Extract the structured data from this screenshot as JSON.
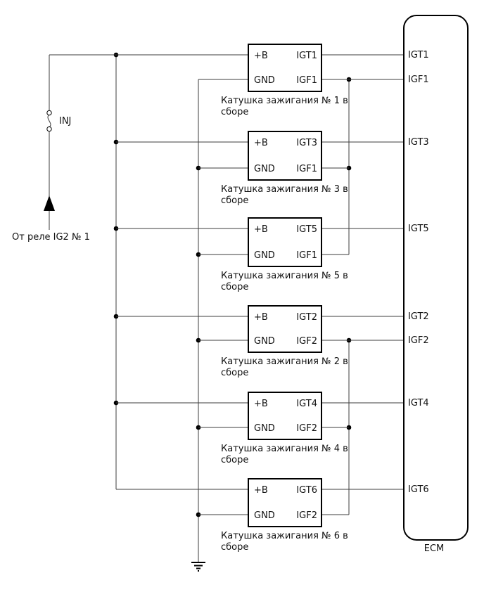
{
  "source": {
    "fuse_label": "INJ",
    "relay_label": "От реле IG2 № 1"
  },
  "ecm": {
    "label": "ECM",
    "pins": [
      "IGT1",
      "IGF1",
      "IGT3",
      "IGT5",
      "IGT2",
      "IGF2",
      "IGT4",
      "IGT6"
    ]
  },
  "coils": [
    {
      "plus": "+B",
      "gnd": "GND",
      "igt": "IGT1",
      "igf": "IGF1",
      "caption1": "Катушка зажигания № 1 в",
      "caption2": "сборе"
    },
    {
      "plus": "+B",
      "gnd": "GND",
      "igt": "IGT3",
      "igf": "IGF1",
      "caption1": "Катушка зажигания № 3 в",
      "caption2": "сборе"
    },
    {
      "plus": "+B",
      "gnd": "GND",
      "igt": "IGT5",
      "igf": "IGF1",
      "caption1": "Катушка зажигания № 5 в",
      "caption2": "сборе"
    },
    {
      "plus": "+B",
      "gnd": "GND",
      "igt": "IGT2",
      "igf": "IGF2",
      "caption1": "Катушка зажигания № 2 в",
      "caption2": "сборе"
    },
    {
      "plus": "+B",
      "gnd": "GND",
      "igt": "IGT4",
      "igf": "IGF2",
      "caption1": "Катушка зажигания № 4 в",
      "caption2": "сборе"
    },
    {
      "plus": "+B",
      "gnd": "GND",
      "igt": "IGT6",
      "igf": "IGF2",
      "caption1": "Катушка зажигания № 6 в",
      "caption2": "сборе"
    }
  ],
  "colors": {
    "line": "#3d3d3d",
    "component": "#000000",
    "background": "#ffffff"
  }
}
